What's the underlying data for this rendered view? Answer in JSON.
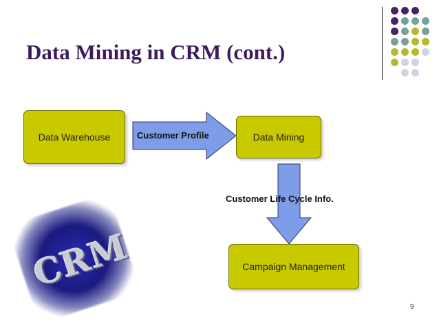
{
  "slide": {
    "title": "Data Mining in CRM (cont.)",
    "page_number": "9"
  },
  "diagram": {
    "nodes": {
      "data_warehouse": "Data Warehouse",
      "data_mining": "Data Mining",
      "campaign_management": "Campaign Management"
    },
    "edges": {
      "customer_profile": "Customer Profile",
      "customer_life_cycle": "Customer Life Cycle Info."
    }
  },
  "logo": {
    "text": "CRM"
  },
  "colors": {
    "title": "#3d1a5c",
    "box_fill": "#c9c900",
    "arrow_fill": "#7d9de8",
    "dot_purple": "#4b1f66",
    "dot_teal": "#7a9e9c",
    "dot_olive": "#b9b82a",
    "dot_lavender": "#d2d2e6"
  }
}
